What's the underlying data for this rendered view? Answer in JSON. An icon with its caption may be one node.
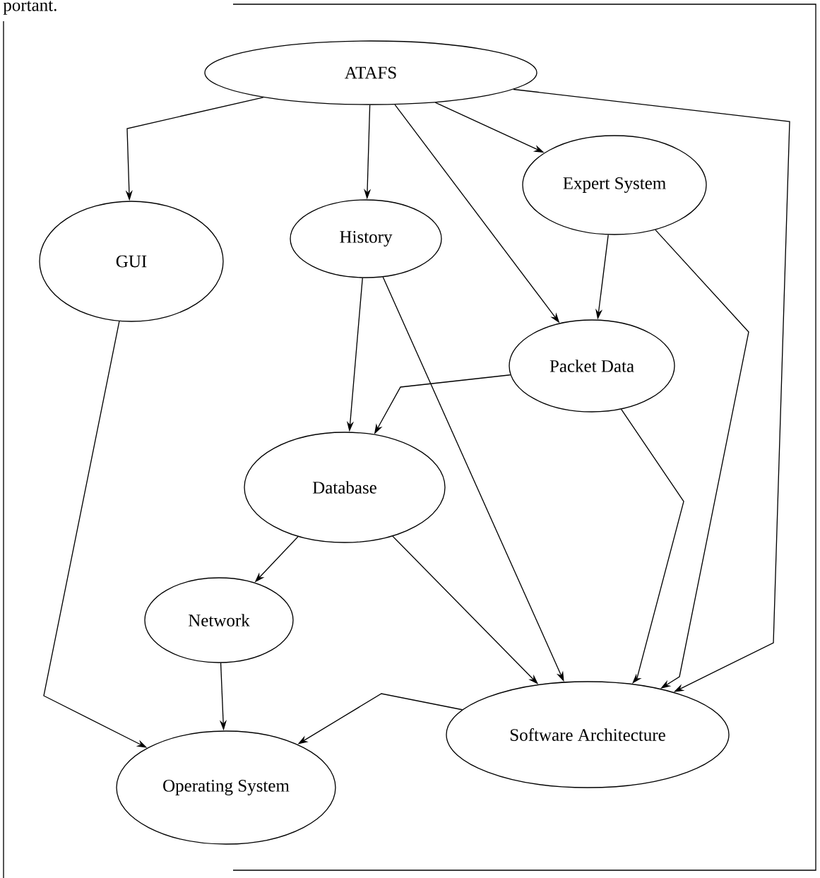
{
  "diagram": {
    "nodes": [
      {
        "text": [
          "ATAFS"
        ]
      },
      {
        "text": [
          "Expert System"
        ]
      },
      {
        "text": [
          "History"
        ]
      },
      {
        "text": [
          "GUI"
        ]
      },
      {
        "text": [
          "Packet Data"
        ]
      },
      {
        "text": [
          "Database"
        ]
      },
      {
        "text": [
          "Network"
        ]
      },
      {
        "text": [
          "Software Architecture"
        ]
      },
      {
        "text": [
          "Operating System"
        ]
      }
    ],
    "edges": [
      {
        "from": 0,
        "to": 3,
        "arrow": "to"
      },
      {
        "from": 0,
        "to": 2,
        "arrow": "to"
      },
      {
        "from": 0,
        "to": 1,
        "arrow": "to"
      },
      {
        "from": 0,
        "to": 4,
        "arrow": "to"
      },
      {
        "from": 0,
        "to": 7,
        "arrow": "to"
      },
      {
        "from": 1,
        "to": 4,
        "arrow": "to"
      },
      {
        "from": 1,
        "to": 7,
        "arrow": "to"
      },
      {
        "from": 2,
        "to": 5,
        "arrow": "to"
      },
      {
        "from": 2,
        "to": 7,
        "arrow": "to"
      },
      {
        "from": 4,
        "to": 5,
        "arrow": "to"
      },
      {
        "from": 4,
        "to": 7,
        "arrow": "to"
      },
      {
        "from": 3,
        "to": 8,
        "arrow": "to"
      },
      {
        "from": 5,
        "to": 6,
        "arrow": "to"
      },
      {
        "from": 5,
        "to": 7,
        "arrow": "to"
      },
      {
        "from": 6,
        "to": 8,
        "arrow": "to"
      },
      {
        "from": 7,
        "to": 8,
        "arrow": "to"
      }
    ],
    "labels": [
      "portant."
    ]
  }
}
